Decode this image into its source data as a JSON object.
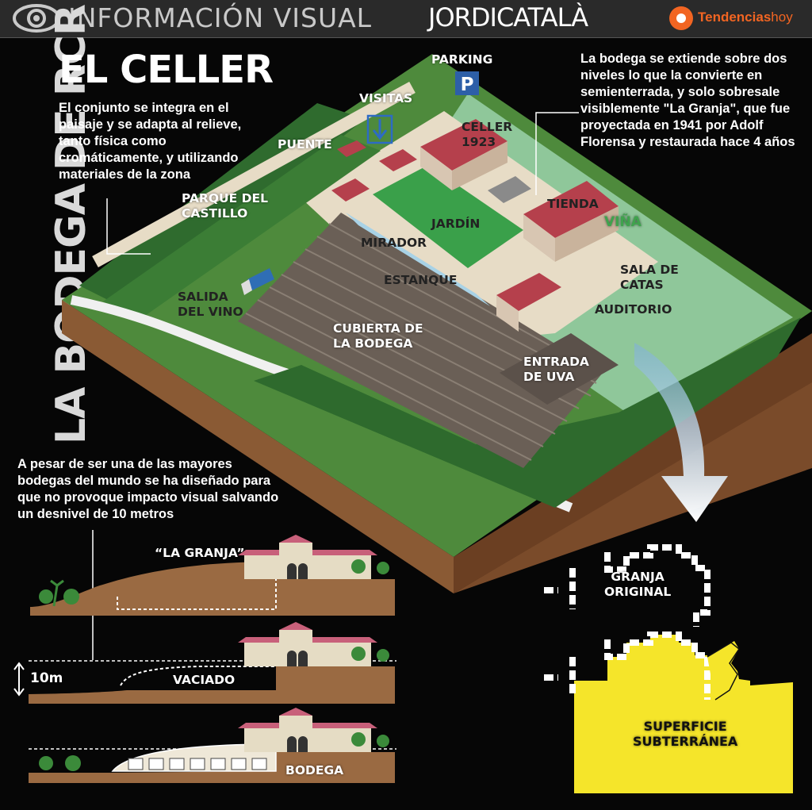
{
  "header": {
    "title": "INFORMACIÓN VISUAL",
    "author": "JORDICATALÀ",
    "publisher_main": "Tendencias",
    "publisher_sub": "hoy"
  },
  "side_title": "LA BODEGA DE RCR",
  "main_title": "EL CELLER",
  "intro_text": "El conjunto se integra en el paisaje y se adapta al relieve, tanto física como cromáticamente, y utilizando materiales de la zona",
  "right_text": "La bodega se extiende sobre dos niveles lo que la convierte en semienterrada, y solo sobresale visiblemente \"La Granja\", que fue proyectada en 1941 por Adolf Florensa y restaurada hace 4 años",
  "bottom_text": "A pesar de ser una de las mayores bodegas  del mundo se ha diseñado para que no provoque impacto visual salvando un desnivel de 10 metros",
  "map_labels": {
    "parking": "PARKING",
    "parking_sign": "P",
    "visitas": "VISITAS",
    "puente": "PUENTE",
    "celler_1923": "CELLER\n1923",
    "parque": "PARQUE DEL\nCASTILLO",
    "jardin": "JARDÍN",
    "tienda": "TIENDA",
    "vina": "VIÑA",
    "mirador": "MIRADOR",
    "estanque": "ESTANQUE",
    "sala_catas": "SALA DE\nCATAS",
    "auditorio": "AUDITORIO",
    "salida_vino": "SALIDA\nDEL VINO",
    "cubierta": "CUBIERTA DE\nLA BODEGA",
    "entrada_uva": "ENTRADA\nDE UVA"
  },
  "sections": {
    "granja_label": "“LA GRANJA”",
    "depth": "10m",
    "vaciado": "VACIADO",
    "bodega": "BODEGA"
  },
  "plan": {
    "granja_original": "GRANJA\nORIGINAL",
    "superficie": "SUPERFICIE\nSUBTERRÁNEA"
  },
  "colors": {
    "accent_orange": "#f26522",
    "plan_yellow": "#f5e52a",
    "vine_green": "#3fa34d",
    "soil_brown": "#8a5a34",
    "roof_red": "#b5404c"
  }
}
